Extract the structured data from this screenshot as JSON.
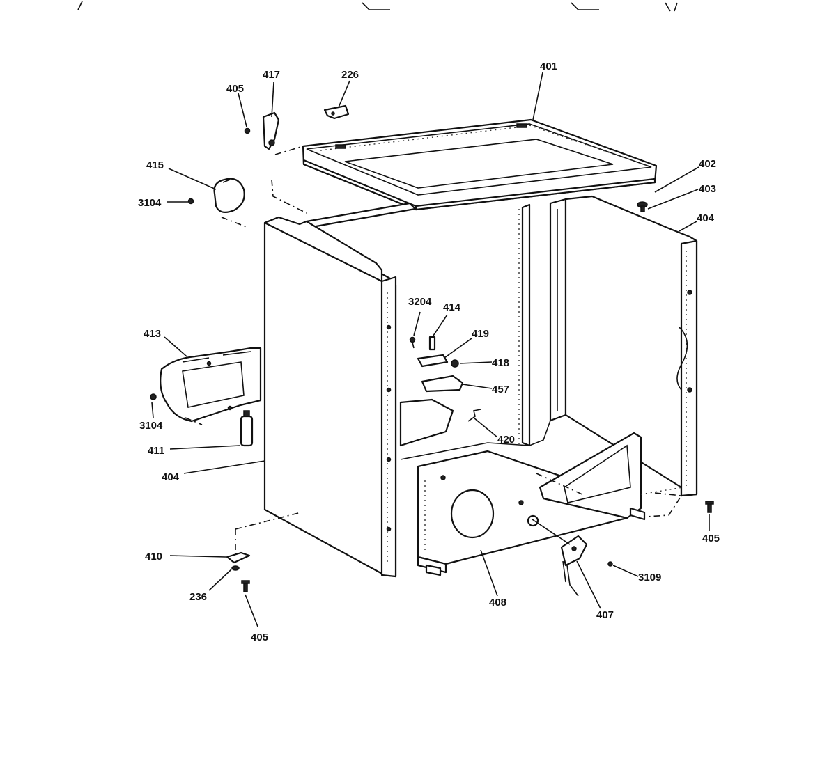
{
  "labels": {
    "l401": "401",
    "l402": "402",
    "l403": "403",
    "l404_right": "404",
    "l404_left": "404",
    "l405_top": "405",
    "l405_right": "405",
    "l405_bottom": "405",
    "l407": "407",
    "l408": "408",
    "l410": "410",
    "l411": "411",
    "l413": "413",
    "l414": "414",
    "l415": "415",
    "l417": "417",
    "l418": "418",
    "l419": "419",
    "l420": "420",
    "l457": "457",
    "l226": "226",
    "l236": "236",
    "l3104_top": "3104",
    "l3104_bottom": "3104",
    "l3109": "3109",
    "l3204": "3204"
  }
}
